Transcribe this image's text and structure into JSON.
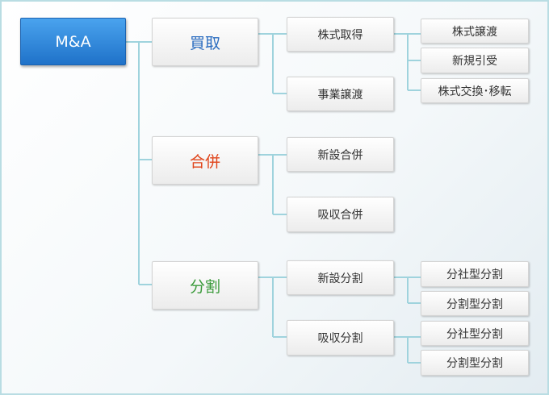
{
  "colors": {
    "connector": "#9fd3dd",
    "root_background": "#2b85dc",
    "acquisition": "#2a6cc0",
    "merger": "#e0441a",
    "split": "#3a9a3a"
  },
  "root": {
    "label": "M&A"
  },
  "acquisition": {
    "label": "買取",
    "share_acquisition": "株式取得",
    "business_transfer": "事業譲渡",
    "share_transfer": "株式譲渡",
    "new_share_subscription": "新規引受",
    "share_exchange_transfer": "株式交換･移転"
  },
  "merger": {
    "label": "合併",
    "consolidation": "新設合併",
    "absorption": "吸収合併"
  },
  "split": {
    "label": "分割",
    "incorporation_split": {
      "label": "新設分割",
      "spin_off": "分社型分割",
      "split_off": "分割型分割"
    },
    "absorption_split": {
      "label": "吸収分割",
      "spin_off": "分社型分割",
      "split_off": "分割型分割"
    }
  }
}
